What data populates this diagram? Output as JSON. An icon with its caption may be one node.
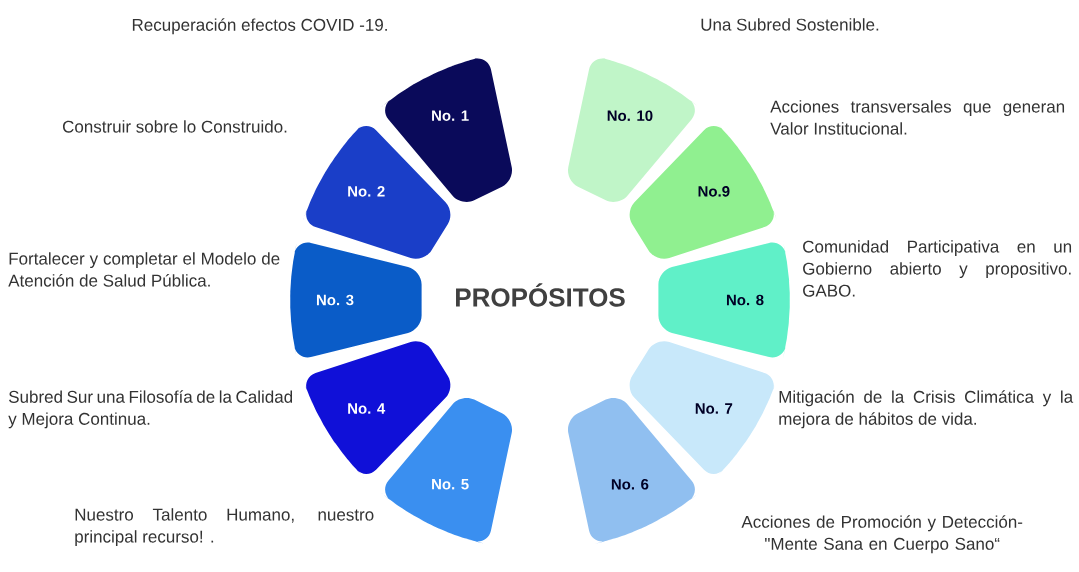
{
  "diagram": {
    "title": "PROPÓSITOS",
    "nodes": [
      {
        "text": [
          "No. 1"
        ],
        "beside": [
          "Recuperación efectos COVID -19."
        ]
      },
      {
        "text": [
          "No. 2"
        ],
        "beside": [
          "Construir sobre lo Construido."
        ]
      },
      {
        "text": [
          "No. 3"
        ],
        "beside": [
          "Fortalecer y completar el Modelo de Atención de Salud Pública."
        ]
      },
      {
        "text": [
          "No. 4"
        ],
        "beside": [
          "Subred Sur una Filosofía de la Calidad y Mejora Continua."
        ]
      },
      {
        "text": [
          "No. 5"
        ],
        "beside": [
          "Nuestro Talento Humano, nuestro principal recurso! ."
        ]
      },
      {
        "text": [
          "No. 6"
        ],
        "beside": [
          "Acciones de Promoción y Detección- \"Mente Sana en Cuerpo Sano“"
        ]
      },
      {
        "text": [
          "No. 7"
        ],
        "beside": [
          "Mitigación de la Crisis Climática y la mejora de hábitos de vida."
        ]
      },
      {
        "text": [
          "No. 8"
        ],
        "beside": [
          "Comunidad Participativa en un Gobierno abierto y propositivo. GABO."
        ]
      },
      {
        "text": [
          "No.9"
        ],
        "beside": [
          "Acciones transversales que generan Valor Institucional."
        ]
      },
      {
        "text": [
          "No. 10"
        ],
        "beside": [
          "Una Subred Sostenible."
        ]
      }
    ]
  }
}
